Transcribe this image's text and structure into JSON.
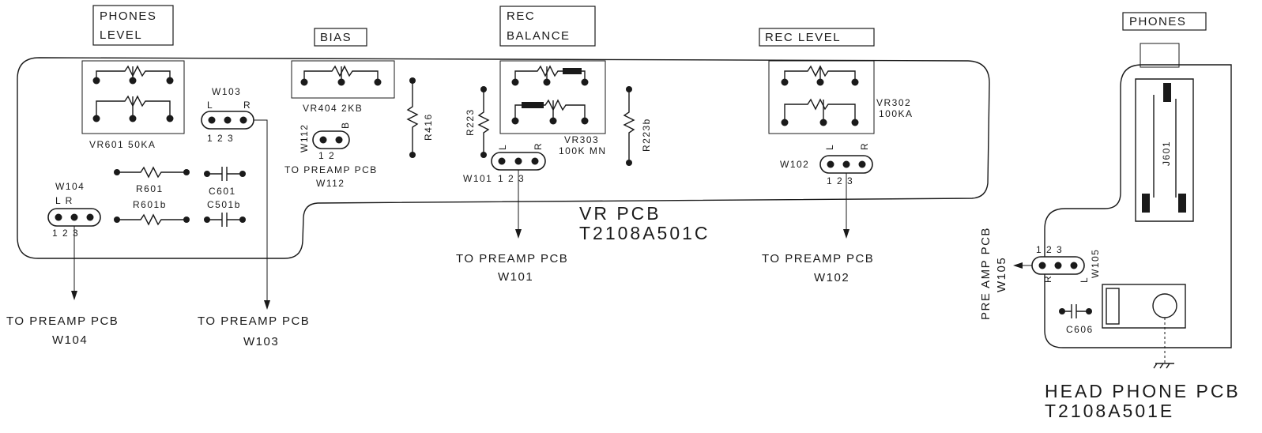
{
  "vr_pcb": {
    "title": "VR PCB",
    "part": "T2108A501C",
    "controls": {
      "phones_level": [
        "PHONES",
        "LEVEL"
      ],
      "bias": "BIAS",
      "rec_balance": [
        "REC",
        "BALANCE"
      ],
      "rec_level": "REC LEVEL"
    },
    "components": {
      "vr601": "VR601  50KA",
      "vr404": "VR404  2KB",
      "vr303": [
        "VR303",
        "100K MN"
      ],
      "vr302": [
        "VR302",
        "100KA"
      ],
      "r416": "R416",
      "r223": "R223",
      "r223b": "R223b",
      "r601": "R601",
      "r601b": "R601b",
      "c601": "C601",
      "c501b": "C501b"
    },
    "connectors": {
      "w103": {
        "name": "W103",
        "pins": "1 2 3"
      },
      "w104": {
        "name": "W104",
        "lr": "L    R",
        "pins": "1 2 3"
      },
      "w112": {
        "name": "W112",
        "pins": "1 2",
        "b": "B"
      },
      "w101": {
        "name": "W101",
        "pins": "1 2 3",
        "lr": "L    R"
      },
      "w102": {
        "name": "W102",
        "pins": "1 2 3",
        "lr": "L    R"
      }
    },
    "destinations": {
      "w104": [
        "TO PREAMP PCB",
        "W104"
      ],
      "w103": [
        "TO PREAMP PCB",
        "W103"
      ],
      "w112": [
        "TO PREAMP PCB",
        "W112"
      ],
      "w101": [
        "TO PREAMP PCB",
        "W101"
      ],
      "w102": [
        "TO PREAMP PCB",
        "W102"
      ]
    }
  },
  "headphone_pcb": {
    "phones": "PHONES",
    "title": "HEAD PHONE PCB",
    "part": "T2108A501E",
    "j601": "J601",
    "c606": "C606",
    "w105": {
      "name": "W105",
      "pins": "1 2 3",
      "r": "R",
      "l": "L"
    },
    "destination": [
      "PRE AMP PCB",
      "W105"
    ]
  }
}
